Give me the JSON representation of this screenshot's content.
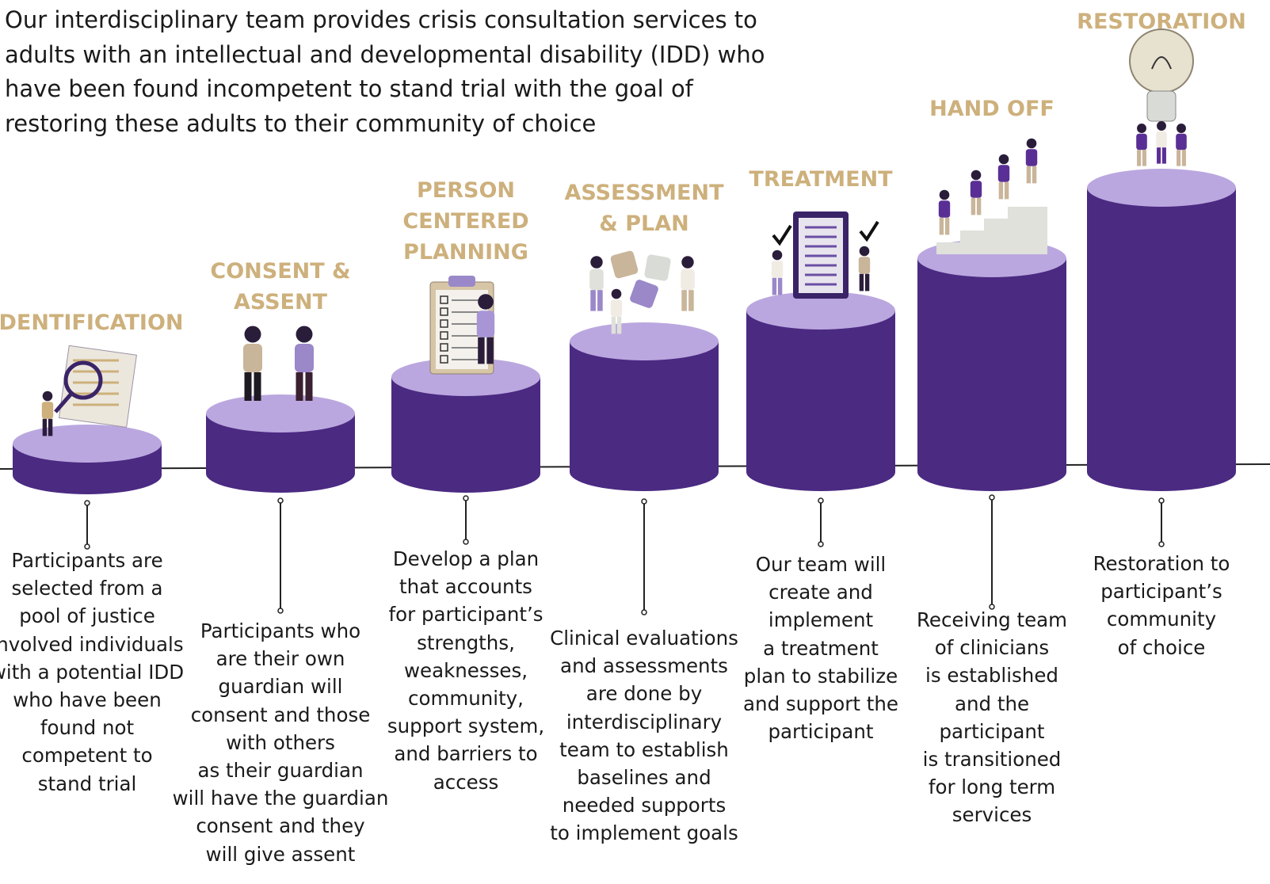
{
  "intro": "Our interdisciplinary team provides crisis consultation services to adults with an intellectual and developmental disability (IDD) who have been found incompetent to stand trial with the goal of restoring these adults to their community of choice",
  "colors": {
    "cylinder_body": "#4b2a82",
    "cylinder_top": "#bba7df",
    "title": "#cdb07c",
    "text": "#1a1a1a",
    "line": "#222222"
  },
  "stages": [
    {
      "id": "identification",
      "title": "IDENTIFICATION",
      "description": "Participants are\nselected from a\npool of justice\ninvolved individuals\nwith a potential IDD\nwho have been\nfound not\ncompetent to\nstand trial",
      "illustration": "magnifying-glass-document-icon"
    },
    {
      "id": "consent",
      "title": "CONSENT &\nASSENT",
      "description": "Participants who\nare their own\nguardian will\nconsent and those\nwith others\nas their guardian\nwill have the guardian\nconsent and they\nwill give assent",
      "illustration": "handshake-people-icon"
    },
    {
      "id": "planning",
      "title": "PERSON\nCENTERED\nPLANNING",
      "description": "Develop a plan\nthat accounts\nfor participant’s\nstrengths,\nweaknesses,\ncommunity,\nsupport system,\nand barriers to\naccess",
      "illustration": "clipboard-checklist-person-icon"
    },
    {
      "id": "assessment",
      "title": "ASSESSMENT\n& PLAN",
      "description": "Clinical evaluations\nand assessments\nare done by\ninterdisciplinary\nteam to establish\nbaselines and\nneeded supports\nto implement goals",
      "illustration": "puzzle-team-icon"
    },
    {
      "id": "treatment",
      "title": "TREATMENT",
      "description": "Our team will\ncreate and\nimplement\na treatment\nplan to stabilize\nand support the\nparticipant",
      "illustration": "clipboard-team-checkmarks-icon"
    },
    {
      "id": "handoff",
      "title": "HAND OFF",
      "description": "Receiving team\nof clinicians\nis established\nand the\nparticipant\nis transitioned\nfor long term\nservices",
      "illustration": "stairs-helping-people-icon"
    },
    {
      "id": "restoration",
      "title": "RESTORATION",
      "description": "Restoration to\nparticipant’s\ncommunity\nof choice",
      "illustration": "lightbulb-team-icon"
    }
  ]
}
